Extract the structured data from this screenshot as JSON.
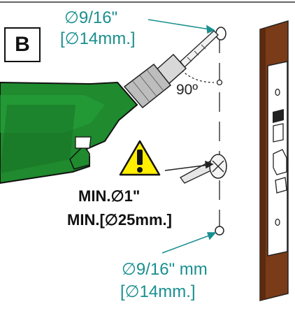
{
  "step_label": "B",
  "labels": {
    "top_hole_size": "∅9/16\"",
    "top_hole_metric": "[∅14mm.]",
    "angle": "90º",
    "min_screw": "MIN.∅1\"",
    "min_screw_metric": "MIN.[∅25mm.]",
    "bottom_hole_size": "∅9/16\" mm",
    "bottom_hole_metric": "[∅14mm.]"
  },
  "colors": {
    "drill_body": "#1f8a2e",
    "callout_text": "#1a8f8f",
    "door_wood": "#a0522d",
    "warning_fill": "#ffee00"
  },
  "icons": [
    "warning-icon",
    "drill-icon",
    "screw-icon",
    "lockset-faceplate-icon"
  ]
}
